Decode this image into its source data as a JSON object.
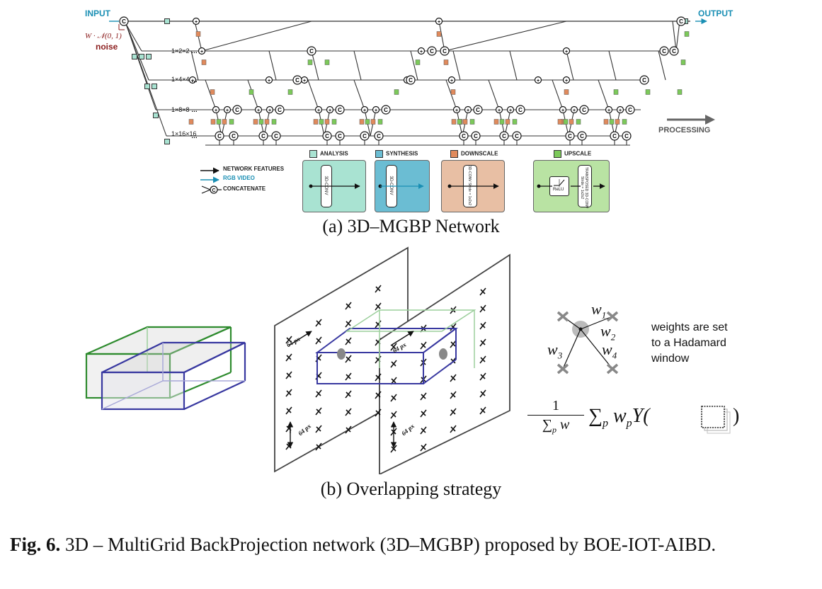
{
  "network": {
    "input_label": "INPUT",
    "output_label": "OUTPUT",
    "noise_formula": "W · 𝒩(0, 1)",
    "noise_label": "noise",
    "scales": [
      "1×2×2",
      "1×4×4",
      "1×8×8",
      "1×16×16"
    ],
    "processing_label": "PROCESSING",
    "legend": {
      "network_features": "NETWORK FEATURES",
      "rgb_video": "RGB VIDEO",
      "concatenate": "CONCATENATE"
    },
    "blocks": {
      "analysis": {
        "title": "ANALYSIS",
        "core": "3D-CONV",
        "color": "#a9e3d2"
      },
      "synthesis": {
        "title": "SYNTHESIS",
        "core": "3D-CONV",
        "color": "#6bbdd3"
      },
      "downscale": {
        "title": "DOWNSCALE",
        "core": "3D-CONV Stride = 1x2x2",
        "color": "#e8bfa4"
      },
      "upscale": {
        "title": "UPSCALE",
        "relu": "ReLU",
        "core": "TRANSPOSED 3D-CONV Stride = 1x2x2",
        "color": "#b9e3a3"
      }
    },
    "colors": {
      "accent": "#1a8fb4",
      "noise": "#8b1d1d",
      "down": "#e08a5c",
      "up": "#7cc95a"
    }
  },
  "caption_a": "(a) 3D–MGBP Network",
  "overlap": {
    "patch_label": "64 px",
    "weights": [
      "w",
      "w",
      "w",
      "w"
    ],
    "weights_sub": [
      "1",
      "2",
      "3",
      "4"
    ],
    "weights_note": [
      "weights are set",
      "to a Hadamard",
      "window"
    ],
    "formula_num": "1",
    "formula_den": "∑",
    "formula_den_sub": "p",
    "formula_den_w": "w",
    "formula_sum": "∑",
    "formula_sum_sub": "p",
    "formula_body": "w",
    "formula_body_sub": "p",
    "formula_y": "Y(",
    "formula_close": ")"
  },
  "caption_b": "(b) Overlapping strategy",
  "figure": {
    "label": "Fig. 6.",
    "text": " 3D – MultiGrid BackProjection network (3D–MGBP) proposed by BOE-IOT-AIBD."
  }
}
